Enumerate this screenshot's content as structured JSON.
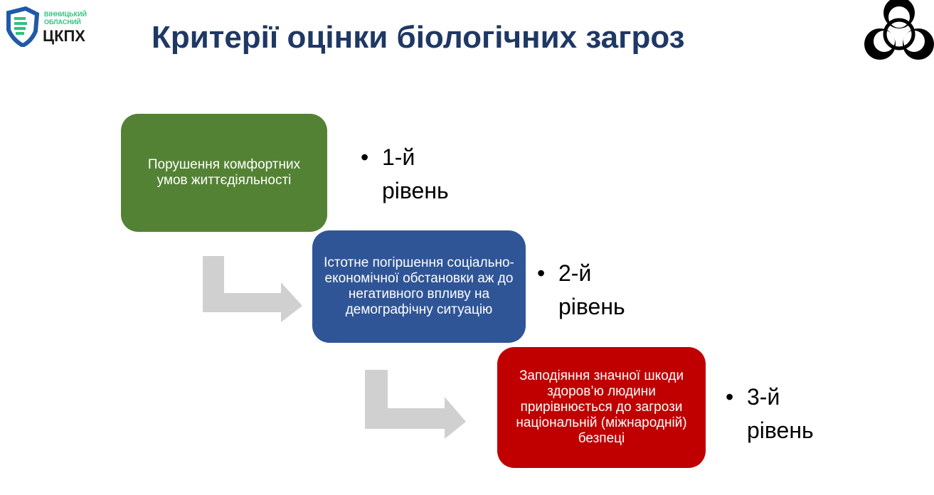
{
  "logo": {
    "line1": "ВІННИЦЬКИЙ",
    "line2": "ОБЛАСНИЙ",
    "line3": "ЦКПХ"
  },
  "title": "Критерії оцінки біологічних загроз",
  "steps": [
    {
      "text": "Порушення комфортних умов життєдіяльності",
      "level_a": "1-й",
      "level_b": "рівень",
      "color": "#548235"
    },
    {
      "text": "Істотне погіршення соціально-економічної обстановки аж до негативного впливу на демографічну ситуацію",
      "level_a": "2-й",
      "level_b": "рівень",
      "color": "#2f5597"
    },
    {
      "text": "Заподіяння значної шкоди здоров’ю людини прирівнюється до загрози національній (міжнародній) безпеці",
      "level_a": "3-й",
      "level_b": "рівень",
      "color": "#c00000"
    }
  ]
}
